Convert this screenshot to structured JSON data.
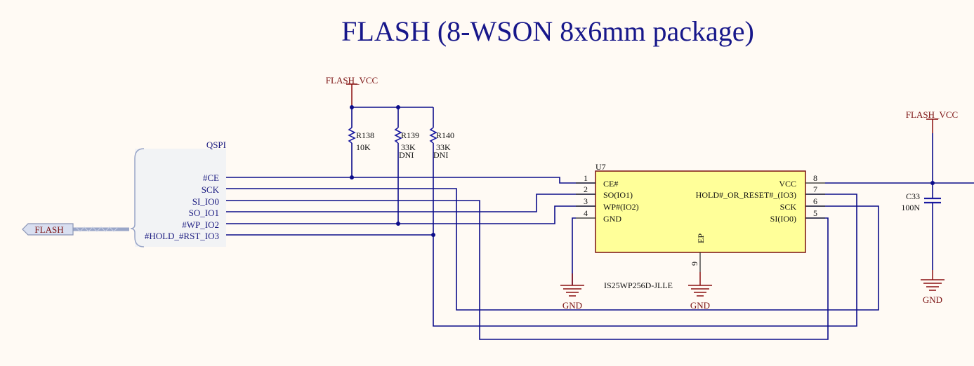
{
  "title": "FLASH (8-WSON 8x6mm package)",
  "power": {
    "vcc_label": "FLASH_VCC",
    "gnd_label": "GND"
  },
  "harness": {
    "port_label": "FLASH",
    "name": "QSPI",
    "signals": [
      "#CE",
      "SCK",
      "SI_IO0",
      "SO_IO1",
      "#WP_IO2",
      "#HOLD_#RST_IO3"
    ]
  },
  "resistors": [
    {
      "ref": "R138",
      "value": "10K",
      "note": ""
    },
    {
      "ref": "R139",
      "value": "33K",
      "note": "DNI"
    },
    {
      "ref": "R140",
      "value": "33K",
      "note": "DNI"
    }
  ],
  "ic": {
    "ref": "U7",
    "part": "IS25WP256D-JLLE",
    "left_pins": [
      {
        "num": "1",
        "name": "CE#"
      },
      {
        "num": "2",
        "name": "SO(IO1)"
      },
      {
        "num": "3",
        "name": "WP#(IO2)"
      },
      {
        "num": "4",
        "name": "GND"
      }
    ],
    "right_pins": [
      {
        "num": "8",
        "name": "VCC"
      },
      {
        "num": "7",
        "name": "HOLD#_OR_RESET#_(IO3)"
      },
      {
        "num": "6",
        "name": "SCK"
      },
      {
        "num": "5",
        "name": "SI(IO0)"
      }
    ],
    "ep_label": "EP",
    "ep_pin": "9"
  },
  "capacitor": {
    "ref": "C33",
    "value": "100N"
  },
  "colors": {
    "wire": "#0c0c8a",
    "ic_fill": "#ffff99",
    "power": "#8a1010",
    "background": "#fffaf4"
  }
}
